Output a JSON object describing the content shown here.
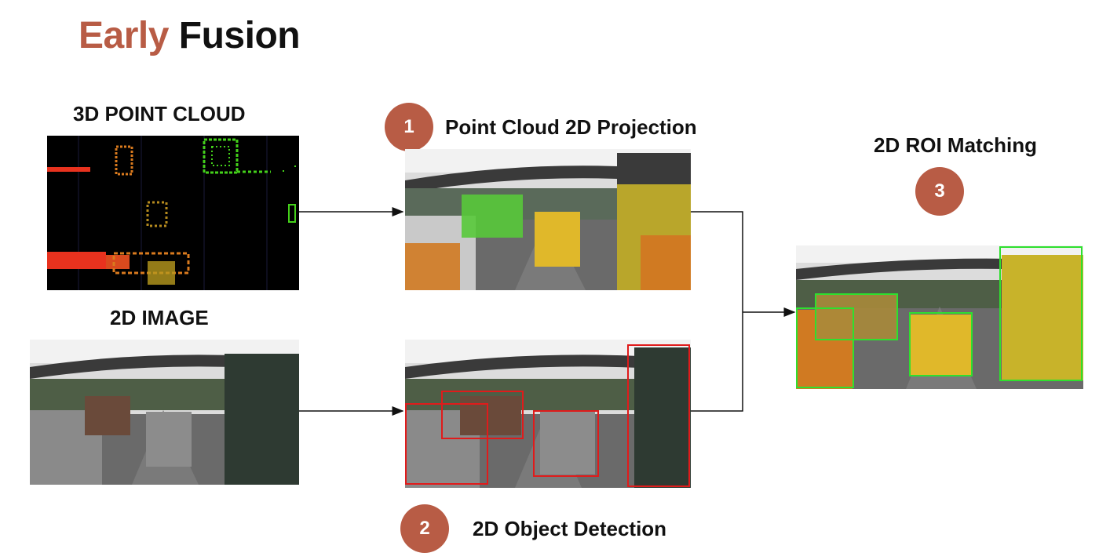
{
  "title": {
    "word1": "Early",
    "word2": "Fusion"
  },
  "inputs": {
    "point_cloud_label": "3D POINT CLOUD",
    "image_label": "2D IMAGE"
  },
  "steps": [
    {
      "number": "1",
      "label": "Point Cloud 2D Projection"
    },
    {
      "number": "2",
      "label": "2D Object Detection"
    },
    {
      "number": "3",
      "label": "2D ROI Matching"
    }
  ],
  "colors": {
    "accent": "#b85c45",
    "text": "#111111",
    "detection_box": "#e01b1b",
    "roi_box": "#2ee02e",
    "lidar_near": "#e8321e",
    "lidar_mid": "#d97a1e",
    "lidar_far": "#44d11a"
  }
}
